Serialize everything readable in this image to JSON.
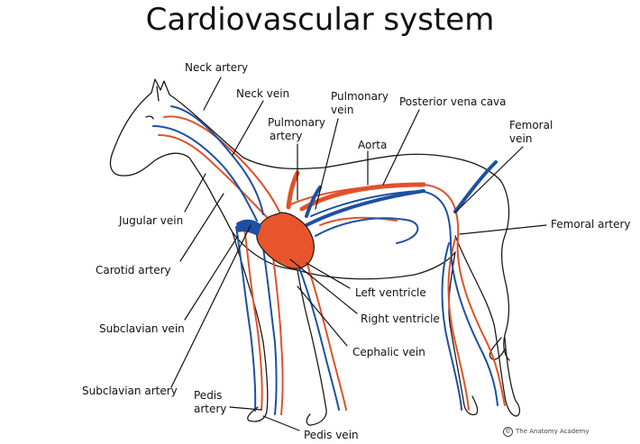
{
  "title": "Cardiovascular system",
  "colors": {
    "artery": "#e0522a",
    "vein": "#1f4fa3",
    "outline": "#1a1a1a",
    "heart": "#e8552c"
  },
  "labels": {
    "neck_artery": "Neck artery",
    "neck_vein": "Neck vein",
    "pulmonary_vein_1": "Pulmonary",
    "pulmonary_vein_2": "vein",
    "pulmonary_artery_1": "Pulmonary",
    "pulmonary_artery_2": "artery",
    "posterior_vena_cava": "Posterior vena cava",
    "aorta": "Aorta",
    "femoral_vein_1": "Femoral",
    "femoral_vein_2": "vein",
    "femoral_artery": "Femoral artery",
    "jugular_vein": "Jugular vein",
    "carotid_artery": "Carotid artery",
    "left_ventricle": "Left ventricle",
    "right_ventricle": "Right ventricle",
    "subclavian_vein": "Subclavian vein",
    "cephalic_vein": "Cephalic vein",
    "subclavian_artery": "Subclavian artery",
    "pedis_artery_1": "Pedis",
    "pedis_artery_2": "artery",
    "pedis_vein": "Pedis vein"
  },
  "credit": "The Anatomy Academy"
}
